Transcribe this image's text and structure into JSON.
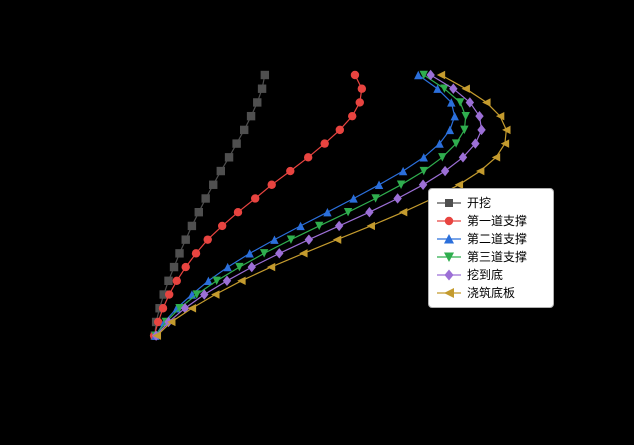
{
  "chart_data": {
    "type": "line",
    "title": "",
    "xlabel": "",
    "ylabel": "",
    "xlim": [
      -10,
      70
    ],
    "ylim": [
      0,
      30
    ],
    "grid": false,
    "legend_position": "center-right",
    "depths": [
      0,
      1.4,
      2.8,
      4.2,
      5.6,
      7,
      8.4,
      9.8,
      11.2,
      12.6,
      14,
      15.4,
      16.8,
      18.2,
      19.6,
      21,
      22.4,
      23.8,
      25.2,
      26.6
    ],
    "series": [
      {
        "name": "开挖",
        "marker": "square",
        "color": "#4f4f4f",
        "values": [
          16.4,
          16.0,
          15.3,
          14.4,
          13.4,
          12.3,
          11.2,
          10.0,
          8.9,
          7.8,
          6.8,
          5.8,
          4.9,
          4.0,
          3.2,
          2.4,
          1.7,
          1.1,
          0.6,
          0.4
        ]
      },
      {
        "name": "第一道支撑",
        "marker": "circle",
        "color": "#e84440",
        "values": [
          29.5,
          30.5,
          30.2,
          29.1,
          27.3,
          25.1,
          22.7,
          20.1,
          17.4,
          15.0,
          12.5,
          10.2,
          8.1,
          6.4,
          4.9,
          3.6,
          2.5,
          1.6,
          0.9,
          0.3
        ]
      },
      {
        "name": "第二道支撑",
        "marker": "triangle-up",
        "color": "#2b6fdb",
        "values": [
          38.7,
          41.5,
          43.5,
          44.0,
          43.3,
          41.8,
          39.5,
          36.5,
          33.0,
          29.3,
          25.5,
          21.6,
          17.8,
          14.2,
          11.0,
          8.2,
          5.8,
          3.6,
          1.8,
          0.5
        ]
      },
      {
        "name": "第三道支撑",
        "marker": "triangle-down",
        "color": "#2fae4e",
        "values": [
          39.5,
          42.5,
          44.8,
          45.6,
          45.4,
          44.2,
          42.2,
          39.5,
          36.2,
          32.5,
          28.5,
          24.3,
          20.2,
          16.3,
          12.7,
          9.4,
          6.5,
          4.0,
          2.0,
          0.5
        ]
      },
      {
        "name": "挖到底",
        "marker": "diamond",
        "color": "#9c6fd6",
        "values": [
          40.5,
          43.8,
          46.2,
          47.6,
          47.9,
          47.0,
          45.2,
          42.6,
          39.4,
          35.7,
          31.6,
          27.2,
          22.8,
          18.5,
          14.5,
          10.9,
          7.6,
          4.8,
          2.4,
          0.6
        ]
      },
      {
        "name": "浇筑底板",
        "marker": "triangle-left",
        "color": "#c49b2e",
        "values": [
          42.0,
          45.6,
          48.6,
          50.6,
          51.5,
          51.3,
          50.0,
          47.7,
          44.6,
          40.8,
          36.5,
          31.8,
          26.9,
          22.0,
          17.3,
          13.0,
          9.2,
          5.8,
          2.8,
          0.7
        ]
      }
    ]
  }
}
